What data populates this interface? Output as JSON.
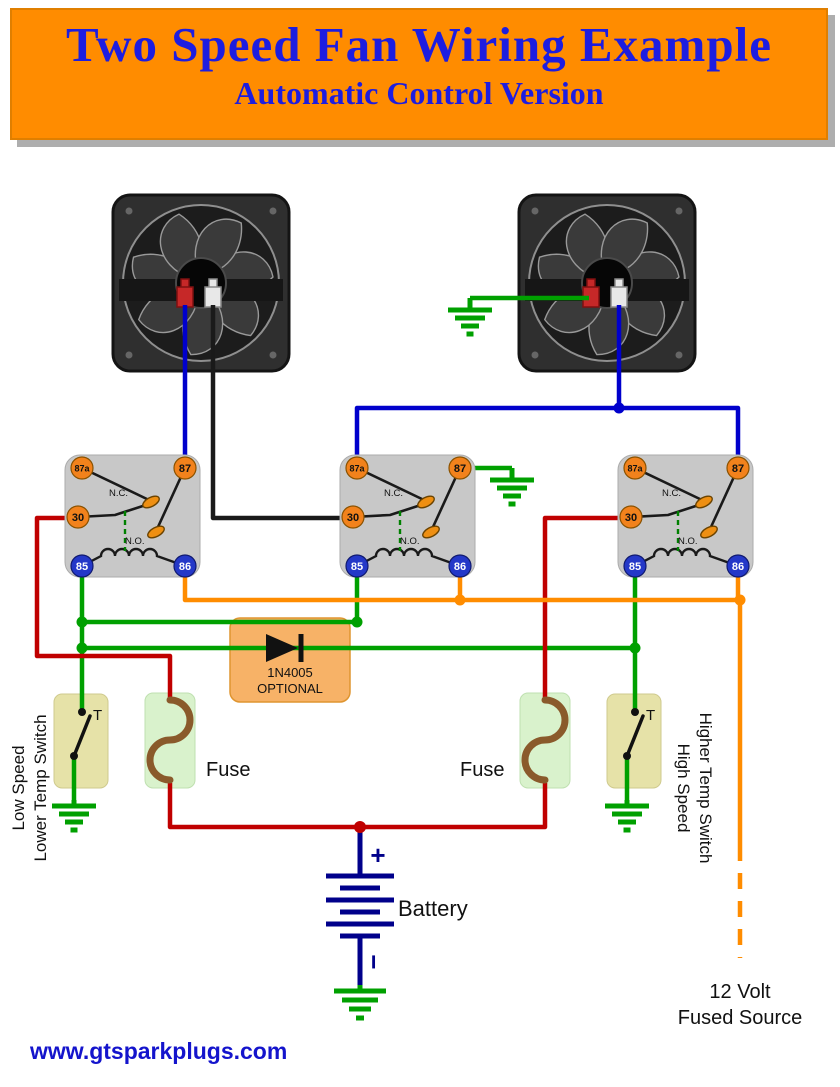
{
  "header": {
    "title": "Two Speed Fan Wiring Example",
    "subtitle": "Automatic Control Version"
  },
  "relay": {
    "t87a": "87a",
    "t87": "87",
    "t30": "30",
    "t85": "85",
    "t86": "86",
    "nc": "N.C.",
    "no": "N.O."
  },
  "diode": {
    "part": "1N4005",
    "note": "OPTIONAL"
  },
  "fuses": {
    "left_label": "Fuse",
    "right_label": "Fuse"
  },
  "switch_low": {
    "speed": "Low Speed",
    "name": "Lower Temp Switch",
    "t": "T"
  },
  "switch_high": {
    "speed": "High Speed",
    "name": "Higher Temp Switch",
    "t": "T"
  },
  "battery": {
    "label": "Battery",
    "plus": "+",
    "minus": "−"
  },
  "source": {
    "line1": "12 Volt",
    "line2": "Fused Source"
  },
  "footer": {
    "website": "www.gtsparkplugs.com"
  },
  "colors": {
    "banner_orange": "#FF8C00",
    "title_blue": "#1d1de0",
    "wire_red": "#C00000",
    "wire_blue": "#0000CC",
    "wire_green": "#00A000",
    "wire_orange": "#FF8C00",
    "wire_black": "#1A1A1A",
    "battery_navy": "#00008B",
    "relay_gray": "#C8C8C8",
    "terminal_orange": "#F2821C",
    "terminal_blue": "#2438C8",
    "fuse_brown": "#8A5A2B",
    "fuse_box": "#D9F2CC",
    "switch_box": "#E6E2A8",
    "diode_box": "#F7B267",
    "link_blue": "#1414CC"
  }
}
